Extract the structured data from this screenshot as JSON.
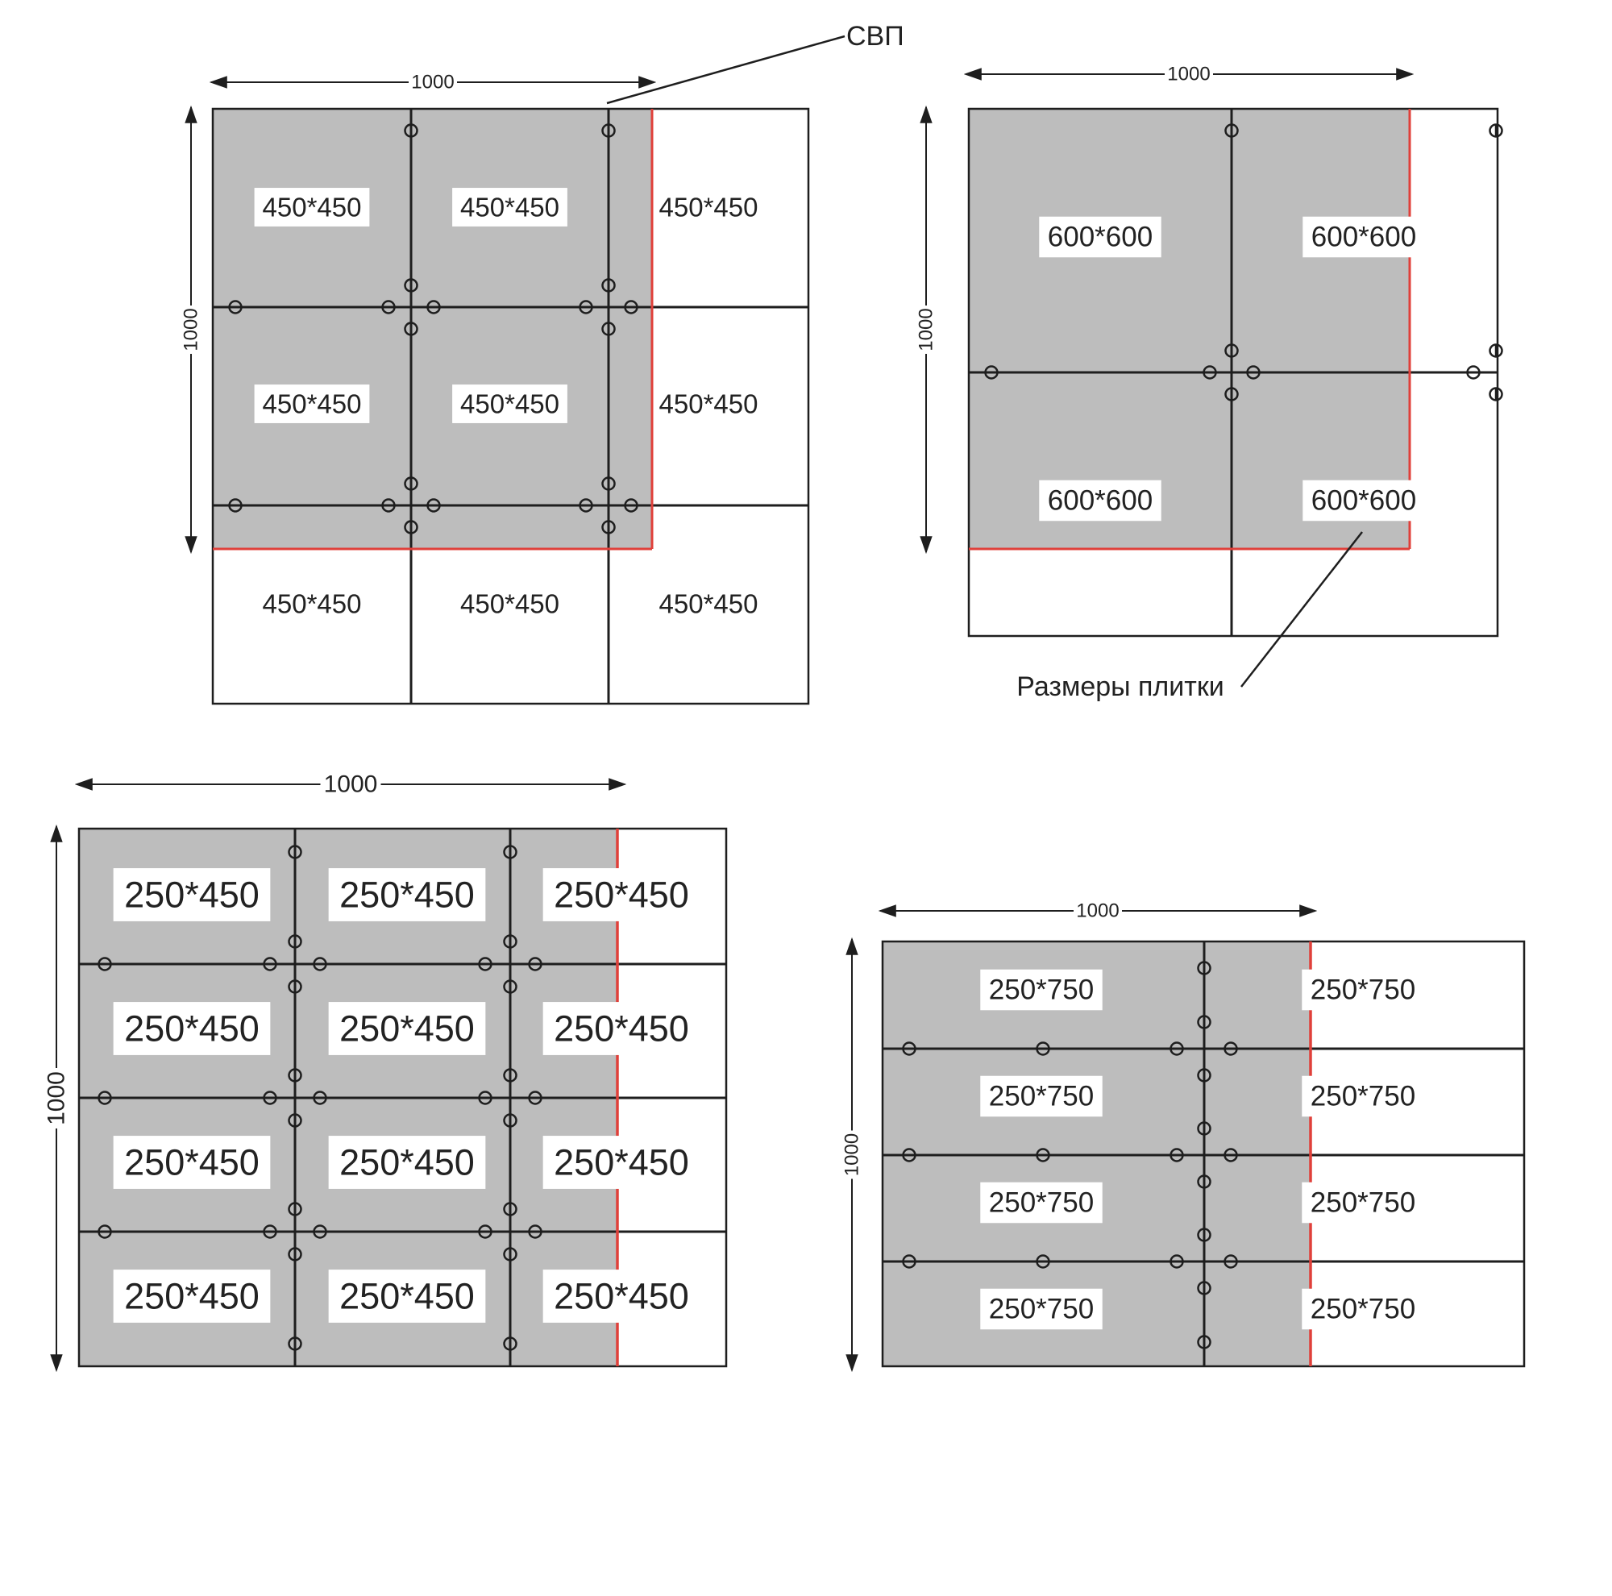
{
  "colors": {
    "tile_fill": "#bdbdbd",
    "boundary": "#e0403a",
    "line": "#1e1e1e",
    "label_bg": "#ffffff",
    "background": "#ffffff"
  },
  "callouts": {
    "svp": "СВП",
    "tile_sizes": "Размеры плитки"
  },
  "diagrams": [
    {
      "id": "tile-450x450",
      "dim_horizontal": "1000",
      "dim_vertical": "1000",
      "labels": [
        "450*450",
        "450*450",
        "450*450",
        "450*450",
        "450*450",
        "450*450",
        "450*450",
        "450*450",
        "450*450"
      ]
    },
    {
      "id": "tile-600x600",
      "dim_horizontal": "1000",
      "dim_vertical": "1000",
      "labels": [
        "600*600",
        "600*600",
        "600*600",
        "600*600"
      ]
    },
    {
      "id": "tile-250x450",
      "dim_horizontal": "1000",
      "dim_vertical": "1000",
      "labels": [
        "250*450",
        "250*450",
        "250*450",
        "250*450",
        "250*450",
        "250*450",
        "250*450",
        "250*450",
        "250*450",
        "250*450",
        "250*450",
        "250*450"
      ]
    },
    {
      "id": "tile-250x750",
      "dim_horizontal": "1000",
      "dim_vertical": "1000",
      "labels": [
        "250*750",
        "250*750",
        "250*750",
        "250*750",
        "250*750",
        "250*750",
        "250*750",
        "250*750"
      ]
    }
  ]
}
